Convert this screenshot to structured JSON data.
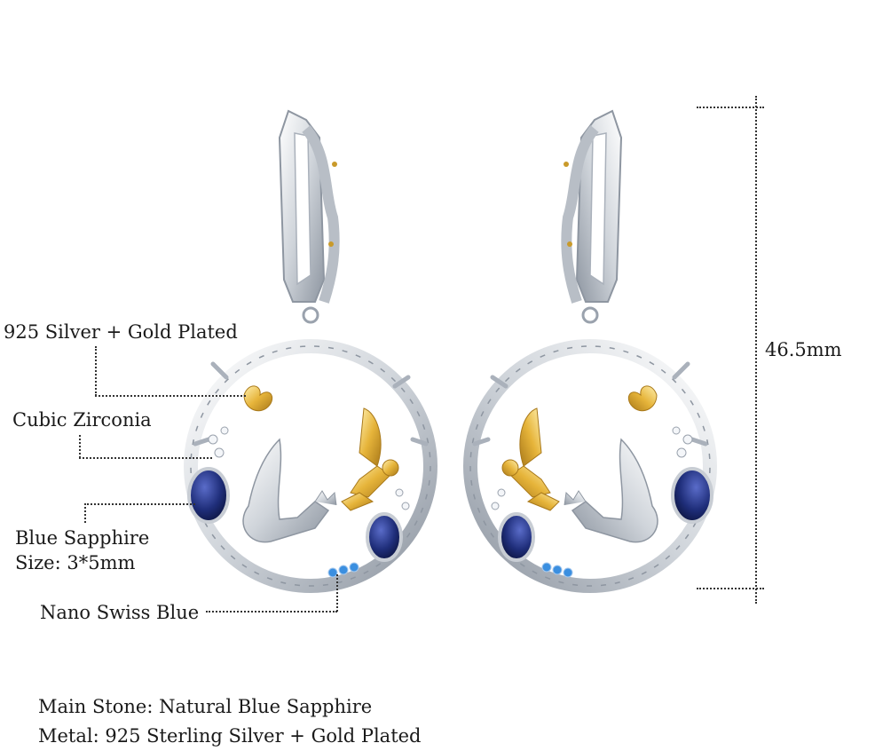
{
  "annotations": {
    "silver_gold": "925 Silver + Gold Plated",
    "cubic_zirconia": "Cubic Zirconia",
    "blue_sapphire": "Blue Sapphire",
    "size": "Size: 3*5mm",
    "nano_swiss_blue": "Nano Swiss Blue",
    "height": "46.5mm"
  },
  "specs": {
    "main_stone": "Main Stone: Natural Blue Sapphire",
    "metal": "Metal: 925 Sterling Silver + Gold Plated"
  },
  "colors": {
    "silver": "#d9dde3",
    "silver_shadow": "#9aa2ad",
    "gold": "#e6b43a",
    "sapphire": "#1f2e7a",
    "swiss_blue": "#3b8fe0"
  }
}
